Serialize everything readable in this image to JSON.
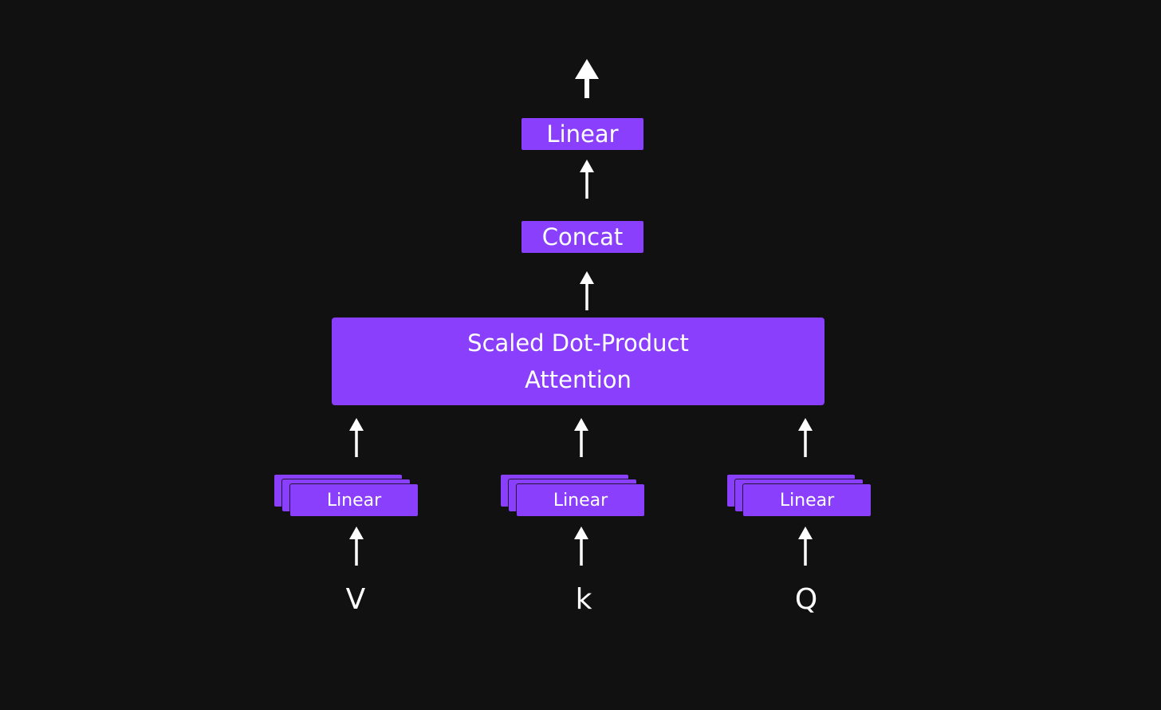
{
  "colors": {
    "background": "#111111",
    "box_fill": "#8a3ffc",
    "text": "#ffffff",
    "arrow": "#ffffff"
  },
  "diagram": {
    "top_linear": {
      "label": "Linear"
    },
    "concat": {
      "label": "Concat"
    },
    "attention": {
      "line1": "Scaled Dot-Product",
      "line2": "Attention"
    },
    "projections": [
      {
        "label": "Linear",
        "input": "V"
      },
      {
        "label": "Linear",
        "input": "k"
      },
      {
        "label": "Linear",
        "input": "Q"
      }
    ]
  }
}
